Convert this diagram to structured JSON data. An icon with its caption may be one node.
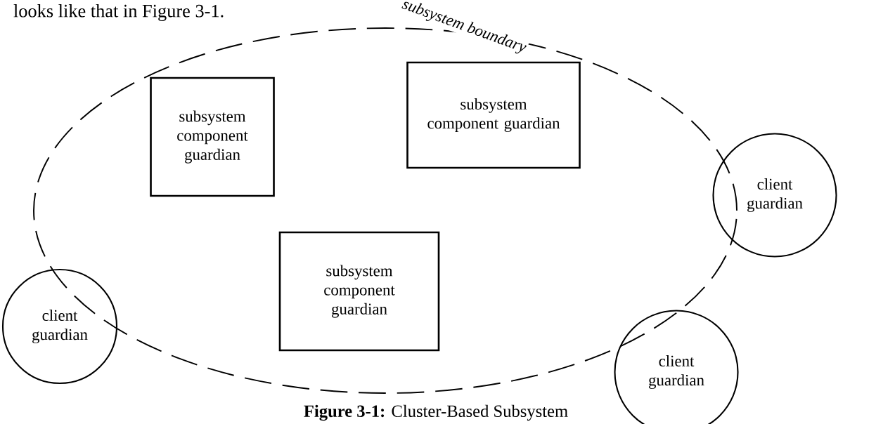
{
  "diagram": {
    "caption": "**Figure 3-1:** Cluster-Based Subsystem",
    "nodes": [
      {
        "text": [
          "subsystem boundary"
        ]
      },
      {
        "text": [
          "subsystem component guardian"
        ],
        "in": 0
      },
      {
        "text": [
          "subsystem component guardian"
        ],
        "in": 0
      },
      {
        "text": [
          "client guardian"
        ]
      },
      {
        "text": [
          "subsystem component guardian"
        ],
        "in": 0
      },
      {
        "text": [
          "client guardian"
        ]
      },
      {
        "text": [
          "client guardian"
        ]
      }
    ],
    "labels": [
      "looks like that in Figure 3-1."
    ]
  }
}
